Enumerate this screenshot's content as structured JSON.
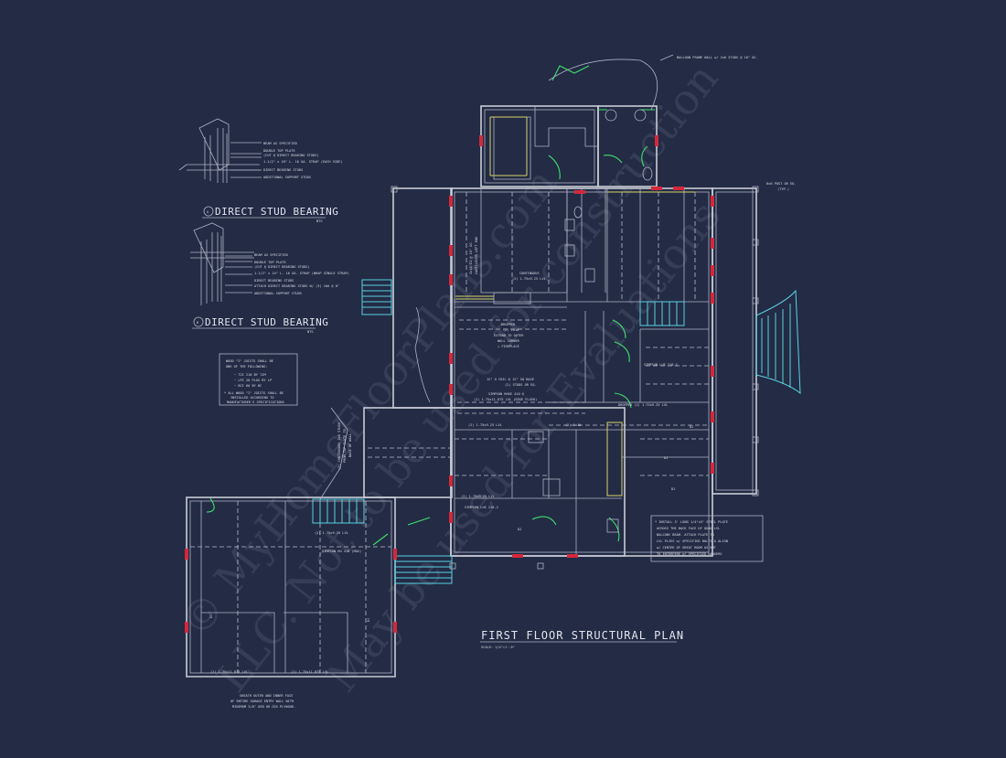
{
  "plan": {
    "title": "FIRST FLOOR STRUCTURAL PLAN",
    "scale": "SCALE: 1/4\"=1'-0\""
  },
  "details": {
    "a": {
      "marker": "A",
      "title": "DIRECT STUD BEARING",
      "scale": "NTS",
      "notes": [
        "BEAM AS SPECIFIED",
        "DOUBLE TOP PLATE",
        "(CUT @ DIRECT BEARING STUDS)",
        "1-1/2\" x 18\" L. 16 GA. STRAP (EACH SIDE)",
        "DIRECT BEARING STUDS",
        "ADDITIONAL SUPPORT STUDS"
      ]
    },
    "b": {
      "marker": "B",
      "title": "DIRECT STUD BEARING",
      "scale": "NTS",
      "notes": [
        "BEAM AS SPECIFIED",
        "DOUBLE TOP PLATE",
        "(CUT @ DIRECT BEARING STUDS)",
        "1-1/2\" x 24\" L. 16 GA. STRAP (WRAP SINGLE STRAP)",
        "DIRECT BEARING STUDS",
        "ATTACH DIRECT BEARING STUDS W/ (3) 10d @ 8\"",
        "ADDITIONAL SUPPORT STUDS"
      ]
    }
  },
  "joist_note": [
    "WOOD \"I\" JOISTS SHALL BE",
    "ONE OF THE FOLLOWING:",
    "~ TJI 210 BY TJM",
    "~ LPI 20 PLUS BY LP",
    "~ BCI 60 BY BC",
    "* ALL WOOD \"I\" JOISTS SHALL BE",
    "INSTALLED ACCORDING TO",
    "MANUFACTURER'S SPECIFICATIONS"
  ],
  "steel_note": [
    "* INSTALL 5' LONG 1/4\"x5\" STEEL PLATE",
    "ACROSS THE BACK FACE OF QUAD LVL",
    "BALCONY BEAM. ATTACH PLATE TO",
    "LVL PLIES w/ SPECIFIED BOLTS & ALIGN",
    "w/ CENTER OF GREAT ROOM AS NOT",
    "TO INTERFERE w/ SPECIFIED HANGERS"
  ],
  "annotations": {
    "balloon": "BALLOON FRAME WALL w/ 2x6 STUDS @ 16\" OC.",
    "post": "6x6 POST OR EQ.",
    "post_typ": "(TYP.)",
    "dropped_2x10": "DROPPED",
    "dropped_2x10_b": "(2) 2x10",
    "extend_corner": "EXTEND TO OUTER",
    "extend_corner_b": "WALL CORNER",
    "extend_corner_c": "+ FIREPLACE",
    "coil": "12\" O COIL @ 12\" SQ BASE",
    "coil_b": "(2) STUDS OR EQ.",
    "hanger": "SIMPSON HHUS 410 @",
    "lvl_flush": "(2) 1.75x11.875 LVL (EDGE FLUSH)",
    "lvl_a": "(2) 1.75x9.25 LVL",
    "lvl_b": "(2) 1.75x9.25 LVL",
    "lvl_c": "(2) 1.75x9.25 LVL",
    "lvl_d": "(2) 1.75x9.25 LVL",
    "lvl_e": "(2) 1.75x11.875 LVL",
    "lvl_f": "(2) 1.75x11.875 LVL",
    "two_2x10": "(2) 2x10",
    "dropped_lvl": "DROPPED (2) 1.75x9.25 LVL",
    "continuous": "CONTINUOUS",
    "continuous_b": "(2) 1.75x9.25 LVL",
    "simpson_lus": "SIMPSON LUS 210-2",
    "simpson_lus_b": "SIMPSON LUS 210-2",
    "simpson_hu": "SIMPSON HU 410 (MAX)",
    "cantilever": "2x10 CJ @ 16\" OC.",
    "cantilever_b": "CANTILEVER LEFT END",
    "dj": "DJ",
    "sheath": "SHEATH OUTER AND INNER FACE",
    "sheath_b": "OF ENTIRE GARAGE ENTRY WALL WITH",
    "sheath_c": "MINIMUM 3/8\" OSB OR CDX PLYWOOD.",
    "continuous_studs": "(3) CONTINUOUS 2x6 STUDS",
    "continuous_studs_b": "FROM TOP PLATE TO",
    "continuous_studs_c": "BASE OF WALL"
  },
  "watermark": [
    "© MyHomeFloorPlans.com",
    "LLC. Not to be used for construction",
    "May be used for Evaluations"
  ]
}
